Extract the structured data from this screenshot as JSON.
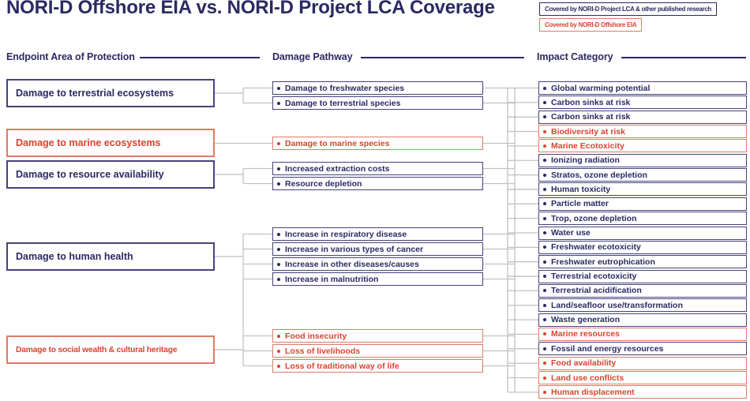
{
  "title": "NORI-D Offshore EIA vs. NORI-D Project LCA Coverage",
  "legend": {
    "items": [
      {
        "label": "Covered by NORI-D Project LCA & other published research",
        "type": "lca"
      },
      {
        "label": "Covered by NORI-D Offshore EIA",
        "type": "eia"
      }
    ]
  },
  "columns": {
    "endpoint": "Endpoint Area of Protection",
    "pathway": "Damage Pathway",
    "impact": "Impact Category"
  },
  "endpoints": [
    {
      "label": "Damage to terrestrial ecosystems",
      "type": "lca"
    },
    {
      "label": "Damage to marine ecosystems",
      "type": "eia"
    },
    {
      "label": "Damage to resource availability",
      "type": "lca"
    },
    {
      "label": "Damage to human health",
      "type": "lca"
    },
    {
      "label": "Damage to social wealth & cultural heritage",
      "type": "eia"
    }
  ],
  "pathways": [
    {
      "label": "Damage to freshwater species",
      "type": "lca"
    },
    {
      "label": "Damage to terrestrial species",
      "type": "lca"
    },
    {
      "label": "Damage to marine species",
      "type": "eia"
    },
    {
      "label": "Increased extraction costs",
      "type": "lca"
    },
    {
      "label": "Resource depletion",
      "type": "lca"
    },
    {
      "label": "Increase in respiratory disease",
      "type": "lca"
    },
    {
      "label": "Increase in various types of cancer",
      "type": "lca"
    },
    {
      "label": "Increase in other diseases/causes",
      "type": "lca"
    },
    {
      "label": "Increase in malnutrition",
      "type": "lca"
    },
    {
      "label": "Food insecurity",
      "type": "eia"
    },
    {
      "label": "Loss of livelihoods",
      "type": "eia"
    },
    {
      "label": "Loss of traditional way of life",
      "type": "eia"
    }
  ],
  "impacts": [
    {
      "label": "Global warming potential",
      "type": "lca"
    },
    {
      "label": "Carbon sinks at risk",
      "type": "lca"
    },
    {
      "label": "Carbon sinks at risk",
      "type": "lca"
    },
    {
      "label": "Biodiversity at risk",
      "type": "eia"
    },
    {
      "label": "Marine Ecotoxicity",
      "type": "eia"
    },
    {
      "label": "Ionizing radiation",
      "type": "lca"
    },
    {
      "label": "Stratos, ozone depletion",
      "type": "lca"
    },
    {
      "label": "Human toxicity",
      "type": "lca"
    },
    {
      "label": "Particle matter",
      "type": "lca"
    },
    {
      "label": "Trop, ozone depletion",
      "type": "lca"
    },
    {
      "label": "Water use",
      "type": "lca"
    },
    {
      "label": "Freshwater ecotoxicity",
      "type": "lca"
    },
    {
      "label": "Freshwater eutrophication",
      "type": "lca"
    },
    {
      "label": "Terrestrial ecotoxicity",
      "type": "lca"
    },
    {
      "label": "Terrestrial acidification",
      "type": "lca"
    },
    {
      "label": "Land/seafloor use/transformation",
      "type": "lca"
    },
    {
      "label": "Waste generation",
      "type": "lca"
    },
    {
      "label": "Marine resources",
      "type": "eia"
    },
    {
      "label": "Fossil and energy resources",
      "type": "lca"
    },
    {
      "label": "Food availability",
      "type": "eia"
    },
    {
      "label": "Land use conflicts",
      "type": "eia"
    },
    {
      "label": "Human displacement",
      "type": "eia"
    }
  ],
  "links": {
    "endpoint_to_pathways": [
      {
        "endpoint": 0,
        "pathways": [
          0,
          1
        ]
      },
      {
        "endpoint": 1,
        "pathways": [
          2
        ]
      },
      {
        "endpoint": 2,
        "pathways": [
          3,
          4
        ]
      },
      {
        "endpoint": 3,
        "pathways": [
          5,
          6,
          7,
          8
        ]
      },
      {
        "endpoint": 4,
        "pathways": [
          9,
          10,
          11
        ]
      }
    ]
  },
  "colors": {
    "navy": "#2b2963",
    "navy_border": "#45437d",
    "red": "#d8432f",
    "red_border": "#dd7b65",
    "connector": "#c2c1c1"
  }
}
